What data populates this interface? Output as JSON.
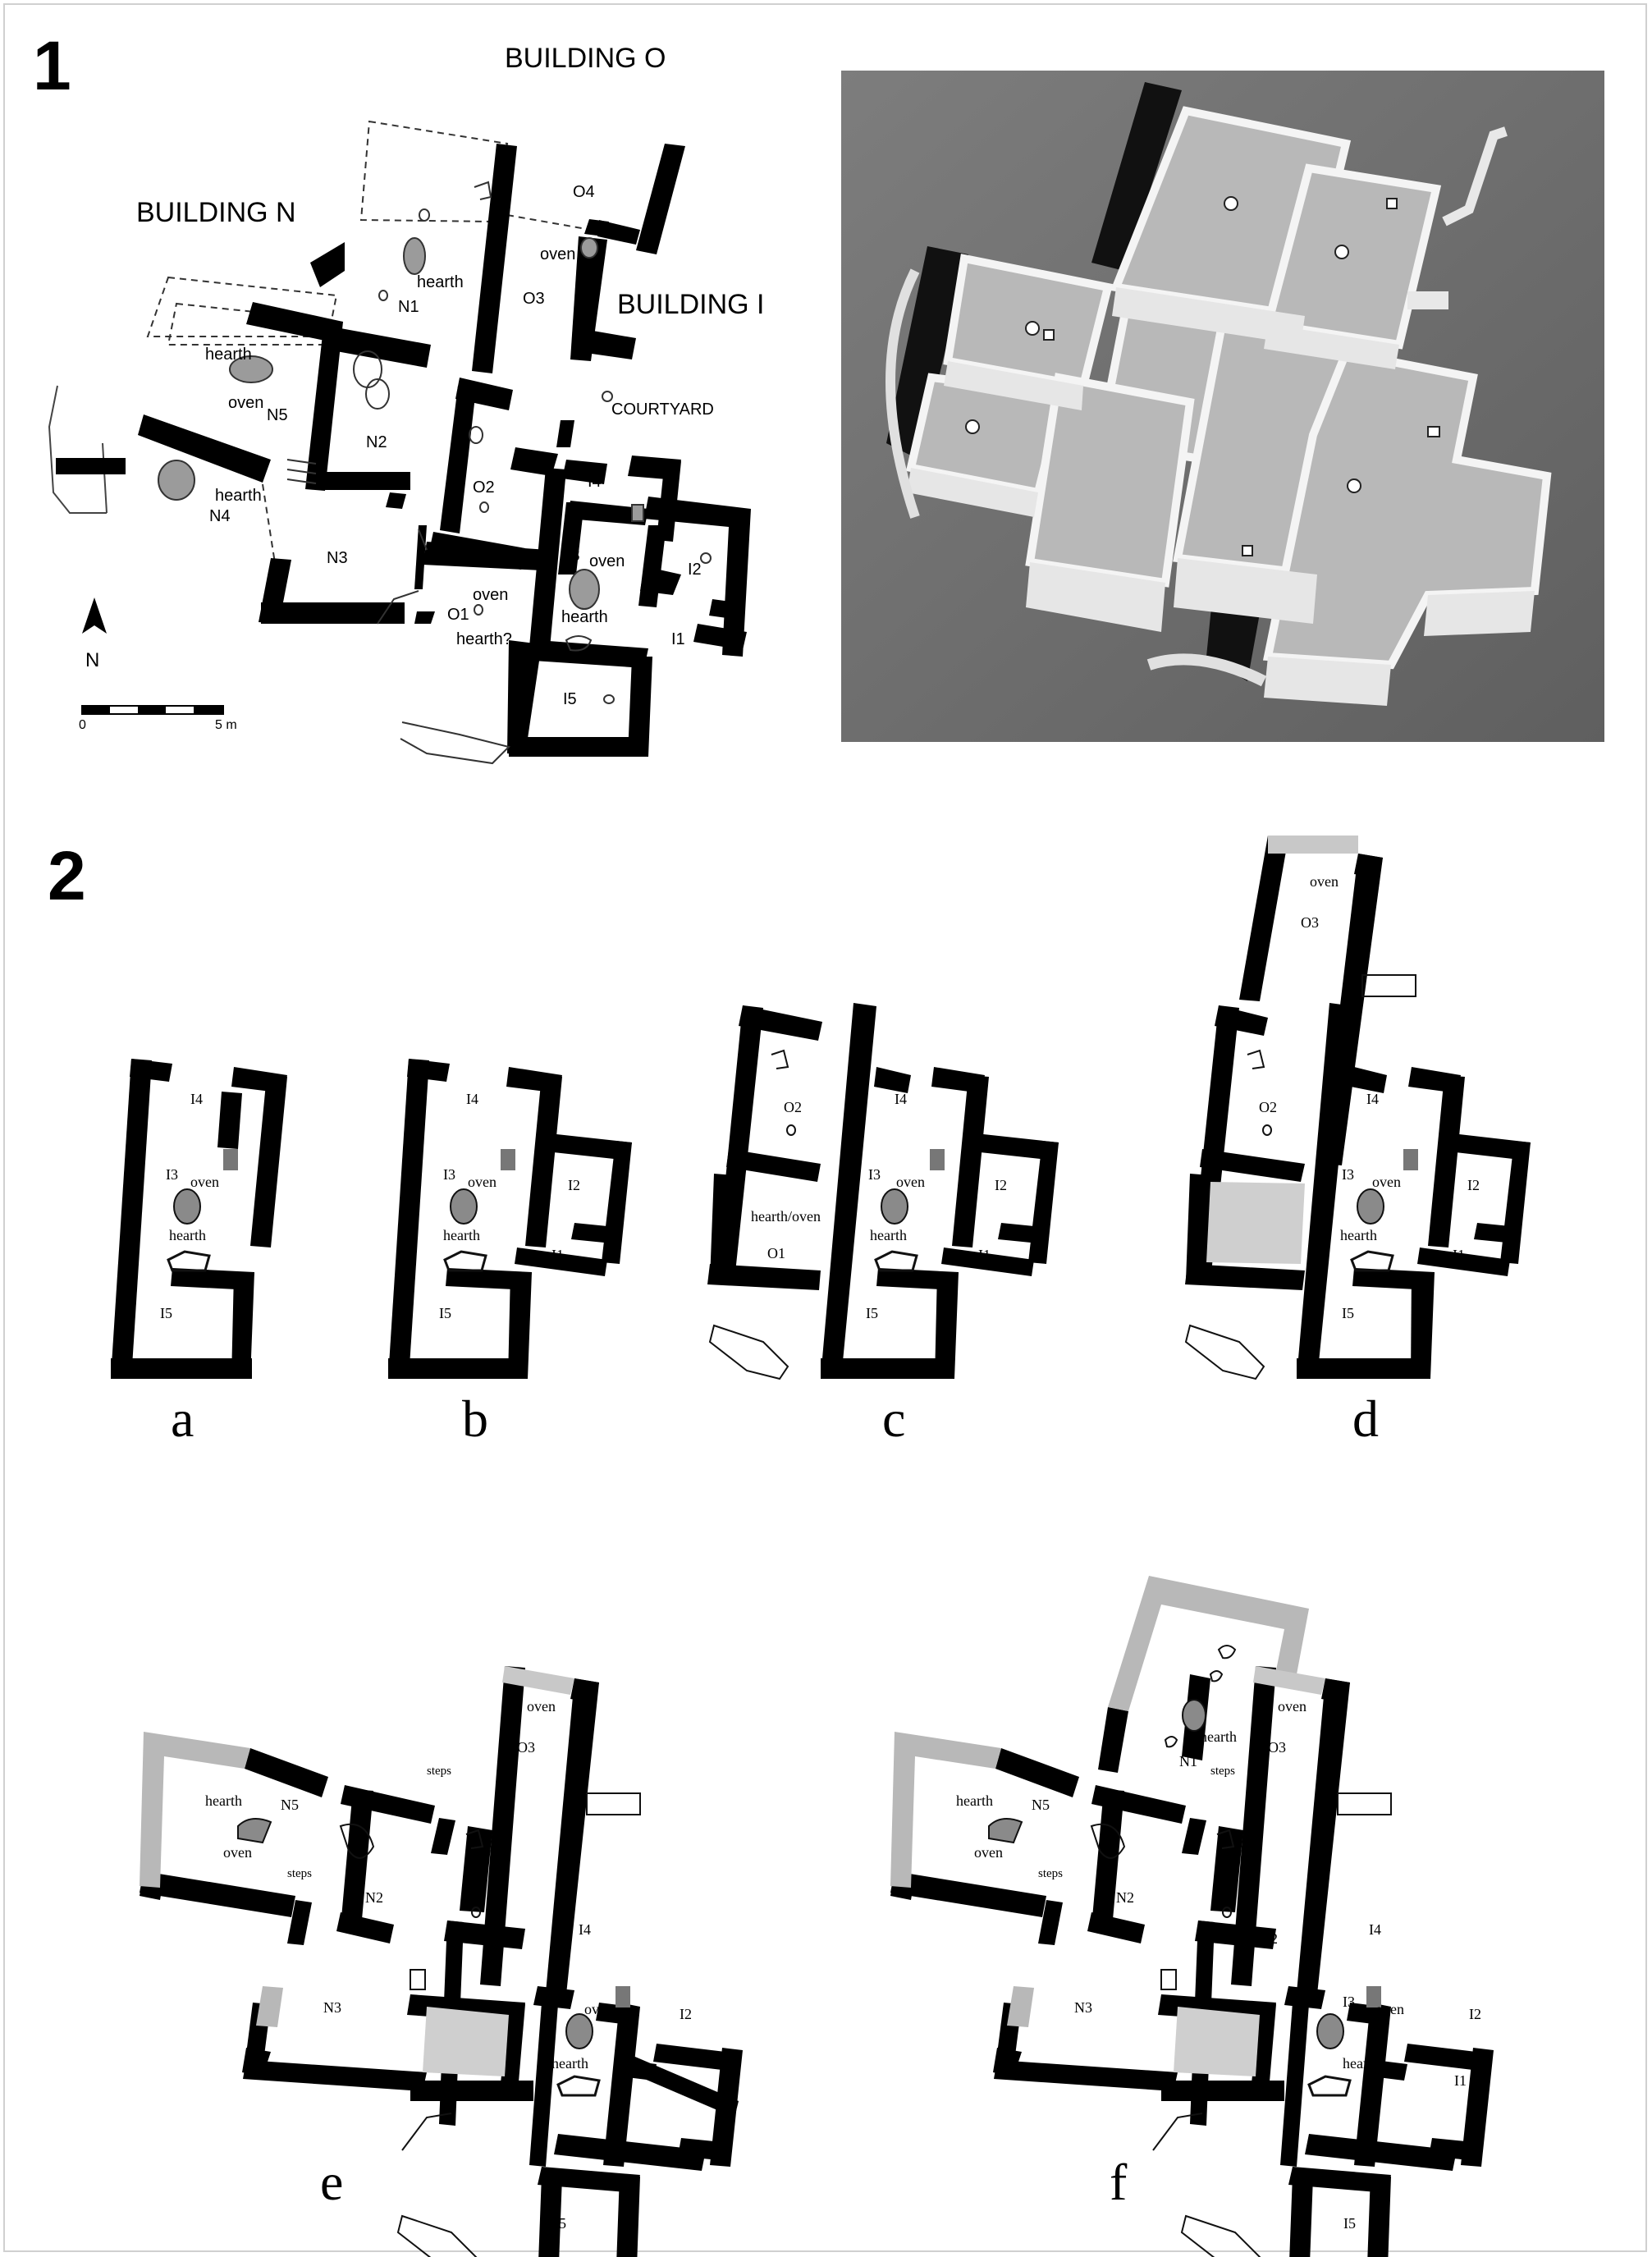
{
  "panels": {
    "p1": "1",
    "p2": "2"
  },
  "plan": {
    "buildings": {
      "o": "BUILDING O",
      "n": "BUILDING N",
      "i": "BUILDING I"
    },
    "rooms": {
      "o4": "O4",
      "o3": "O3",
      "o2": "O2",
      "o1": "O1",
      "n1": "N1",
      "n2": "N2",
      "n3": "N3",
      "n4": "N4",
      "n5": "N5",
      "i1": "I1",
      "i2": "I2",
      "i3": "I3",
      "i4": "I4",
      "i5": "I5"
    },
    "features": {
      "hearth": "hearth",
      "oven": "oven",
      "hearth_q": "hearth?",
      "courtyard": "COURTYARD"
    },
    "north": "N",
    "scale": {
      "zero": "0",
      "five": "5 m"
    }
  },
  "phases": {
    "a": "a",
    "b": "b",
    "c": "c",
    "d": "d",
    "e": "e",
    "f": "f",
    "labels": {
      "i1": "I1",
      "i2": "I2",
      "i3": "I3",
      "i4": "I4",
      "i5": "I5",
      "o1": "O1",
      "o2": "O2",
      "o3": "O3",
      "n1": "N1",
      "n2": "N2",
      "n3": "N3",
      "n5": "N5",
      "oven": "oven",
      "hearth": "hearth",
      "hearth_oven": "hearth/oven",
      "steps": "steps"
    }
  }
}
